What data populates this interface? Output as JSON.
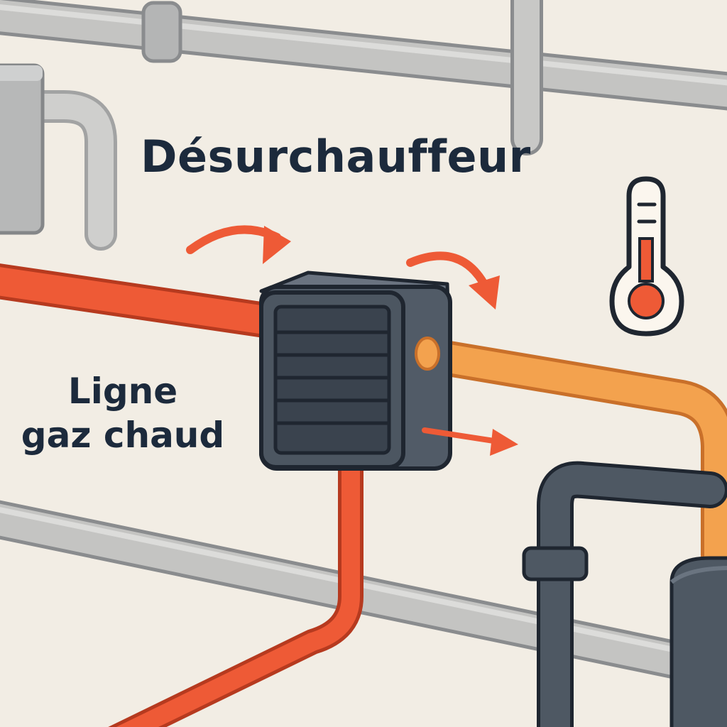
{
  "labels": {
    "title": "Désurchauffeur",
    "line_1": "Ligne",
    "line_2": "gaz chaud"
  },
  "colors": {
    "background": "#f2ede4",
    "hot_gas_red": "#ee5a36",
    "hot_gas_red_outline": "#b63a1f",
    "warm_orange": "#f3a24e",
    "warm_orange_outline": "#c9702a",
    "unit_dark": "#3f4a57",
    "unit_outline": "#1f2630",
    "background_pipe_gray": "#bfbfbd",
    "text_navy": "#1c2a3c"
  },
  "icons": {
    "device": "desuperheater-icon",
    "thermometer": "thermometer-icon",
    "flow": "flow-arrow-icon"
  }
}
